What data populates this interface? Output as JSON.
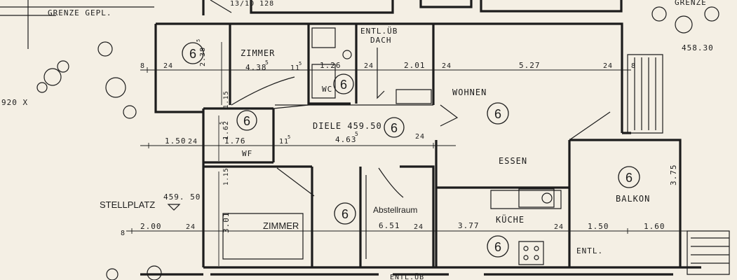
{
  "labels": {
    "grenze_left": "GRENZE GEPL.",
    "grenze_right": "GRENZE",
    "elev_right": "458.30",
    "elev_left": "920 X",
    "zimmer_top": "ZIMMER",
    "zimmer_top_dim": "4.38",
    "zimmer_top_dim_sup": "5",
    "zimmer_top_h": "2.38",
    "zimmer_top_h_sup": "5",
    "entl_dach_1": "ENTL.ÜB",
    "entl_dach_2": "DACH",
    "wc": "WC",
    "wohnen": "WOHNEN",
    "essen": "ESSEN",
    "diele": "DIELE 459.50",
    "diele_dim": "4.63",
    "diele_dim_sup": "5",
    "wf": "WF",
    "stellplatz": "STELLPLATZ",
    "stellplatz_elev": "459. 50",
    "zimmer_bottom": "ZIMMER",
    "abstellraum": "Abstellraum",
    "abstell_dim": "6.51",
    "kueche": "KÜCHE",
    "kueche_dim": "3.77",
    "balkon": "BALKON",
    "entl": "ENTL.",
    "height_375": "3.75",
    "height_301": "3.01",
    "height_162": "1.62",
    "height_162_sup": "5",
    "height_115a": "1.15",
    "height_115b": "1.15",
    "dim_527": "5.27",
    "dim_201": "2.01",
    "dim_126": "1.26",
    "dim_150_left": "1.50",
    "dim_176": "1.76",
    "dim_200": "2.00",
    "dim_150_balk": "1.50",
    "dim_160": "1.60",
    "dim_24": "24",
    "dim_8": "8",
    "dim_11": "11",
    "dim_11_sup": "5",
    "top_partial": "13/10 128",
    "bottom_partial": "ENTL.ÜB"
  },
  "circle_number": "6"
}
